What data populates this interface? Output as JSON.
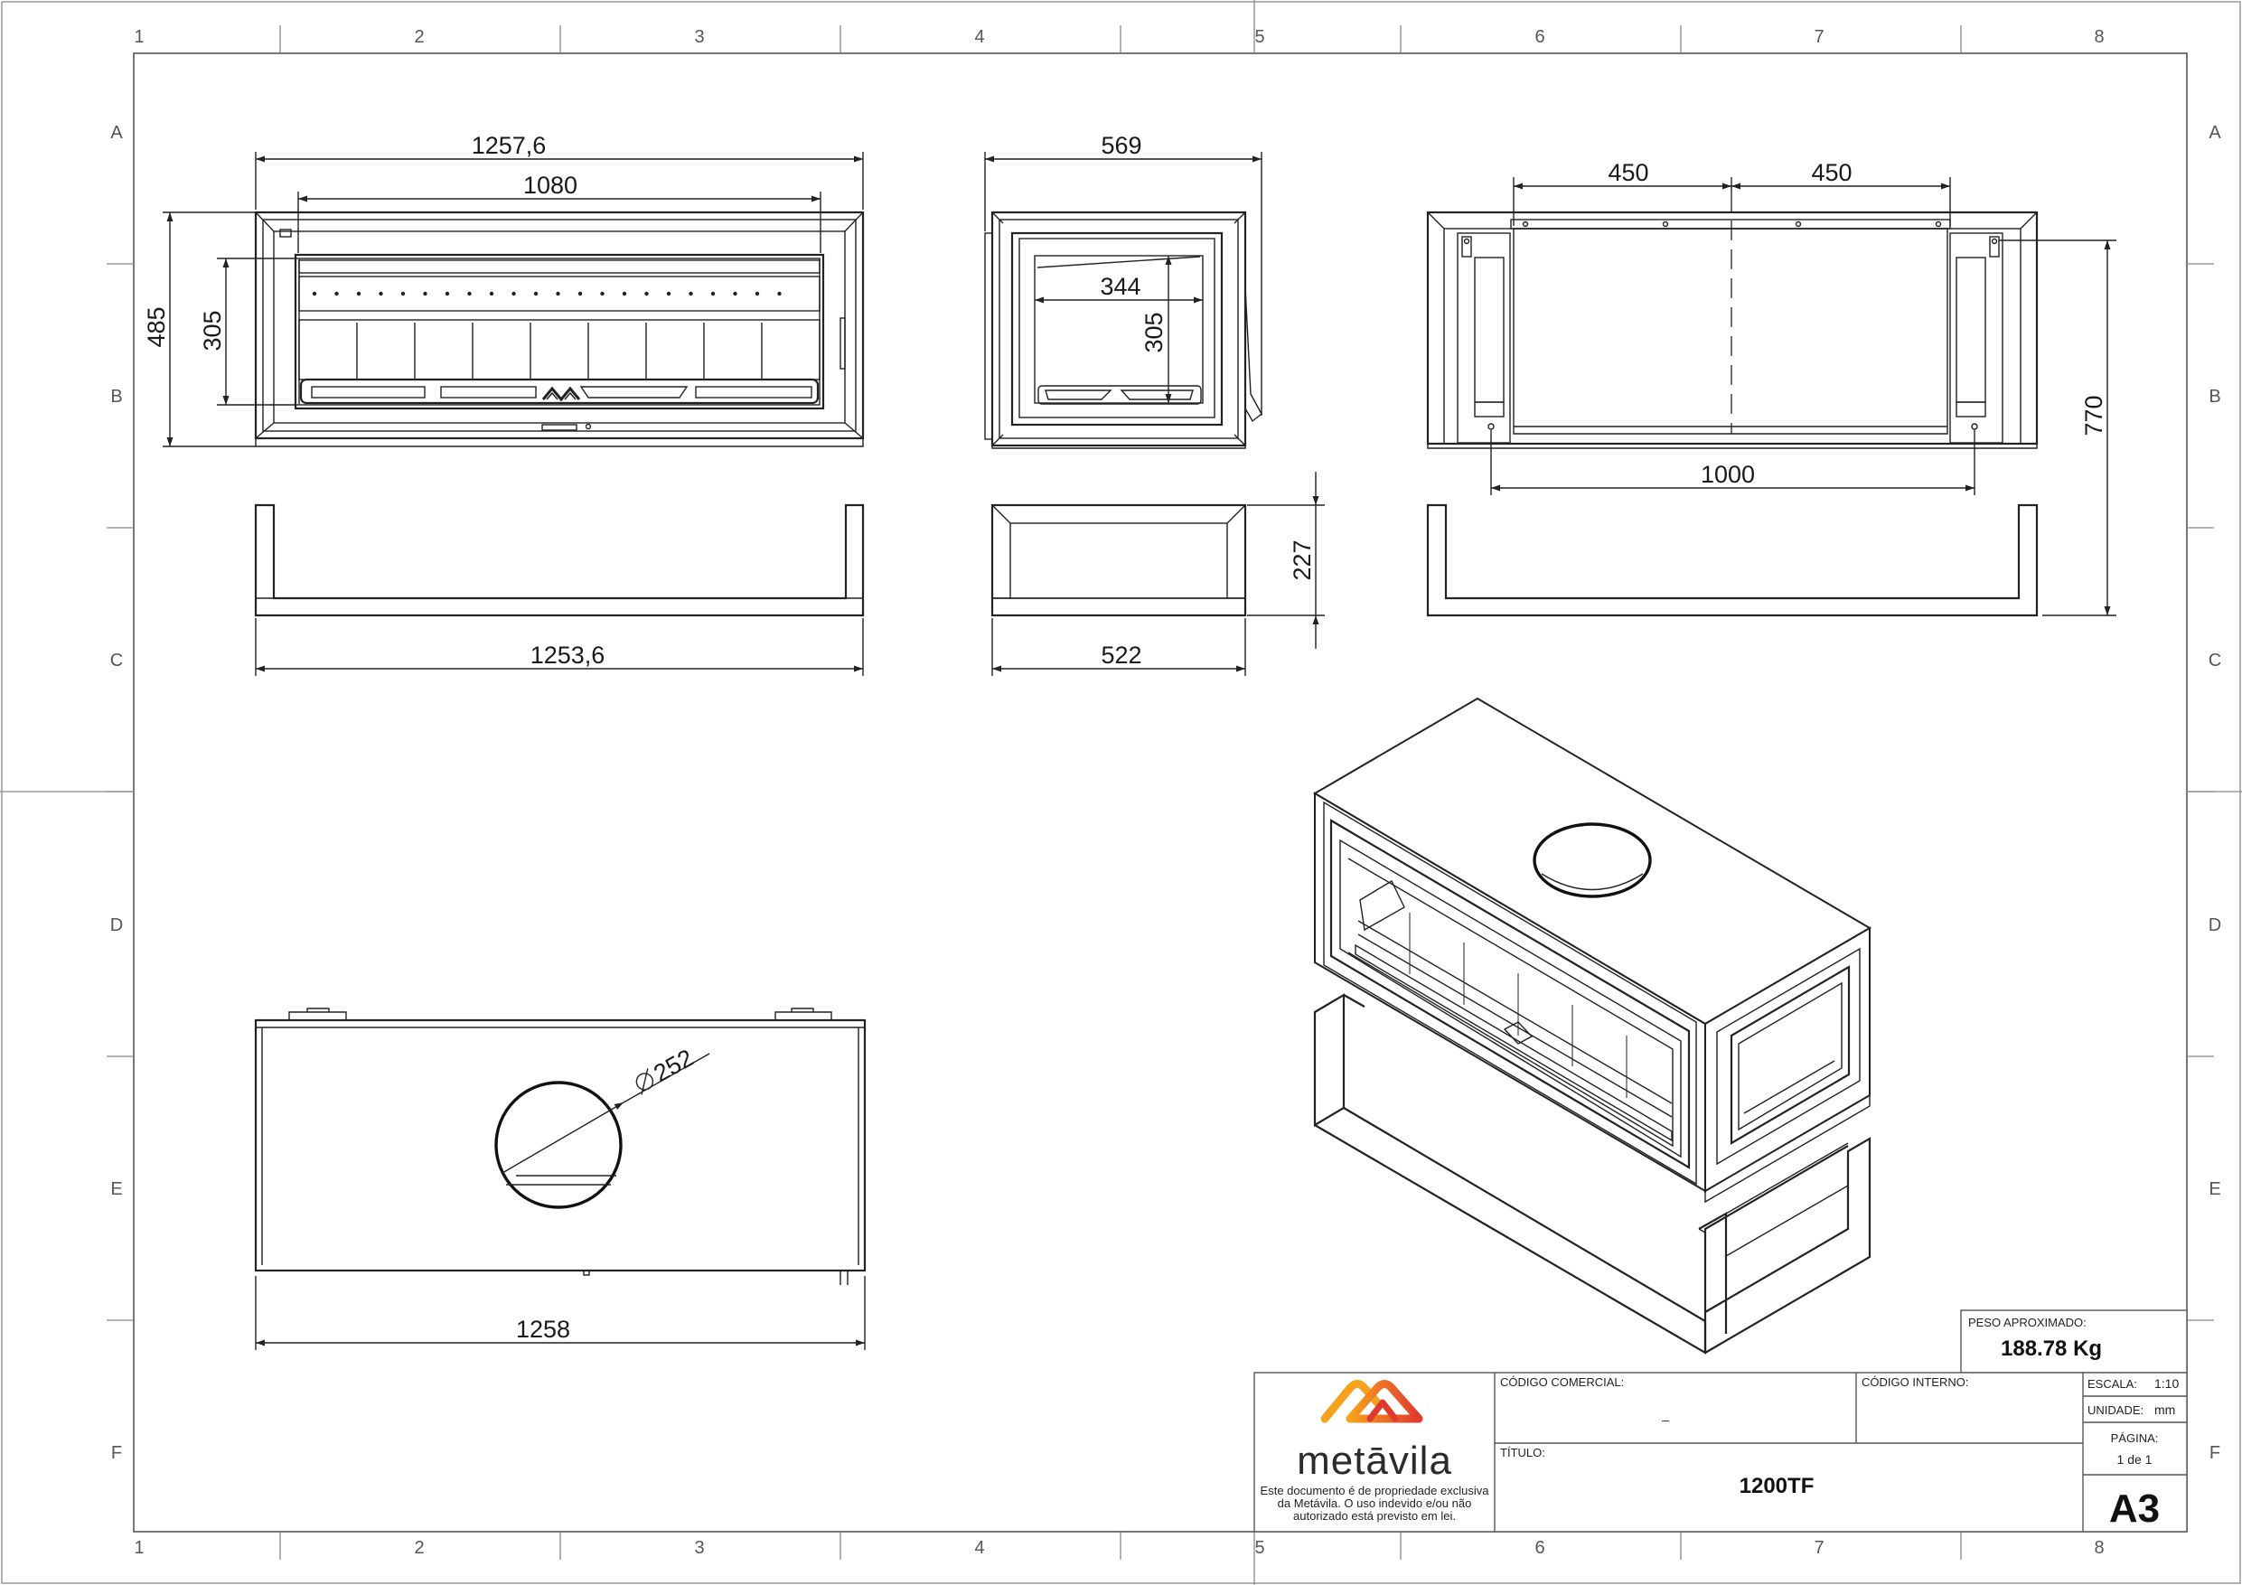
{
  "grid": {
    "columns": [
      "1",
      "2",
      "3",
      "4",
      "5",
      "6",
      "7",
      "8"
    ],
    "rows": [
      "A",
      "B",
      "C",
      "D",
      "E",
      "F"
    ]
  },
  "dimensions": {
    "front_width": "1257,6",
    "front_inner_width": "1080",
    "front_height": "485",
    "front_glass_height": "305",
    "side_width": "569",
    "side_glass_width": "344",
    "side_glass_height": "305",
    "back_left_half": "450",
    "back_right_half": "450",
    "back_bottom_width": "1000",
    "back_total_height": "770",
    "base_front_width": "1253,6",
    "base_side_width": "522",
    "base_height": "227",
    "top_width": "1258",
    "flue_diameter": "252"
  },
  "title_block": {
    "logo_text": "metāvila",
    "notice_lines": [
      "Este documento é de propriedade exclusiva",
      "da Metávila. O uso indevido e/ou não",
      "autorizado está previsto em lei."
    ],
    "peso_label": "PESO APROXIMADO:",
    "peso_value": "188.78 Kg",
    "codigo_comercial_label": "CÓDIGO COMERCIAL:",
    "codigo_comercial_value": "_",
    "codigo_interno_label": "CÓDIGO INTERNO:",
    "titulo_label": "TÍTULO:",
    "titulo_value": "1200TF",
    "escala_label": "ESCALA:",
    "escala_value": "1:10",
    "unidade_label": "UNIDADE:",
    "unidade_value": "mm",
    "pagina_label": "PÁGINA:",
    "pagina_value": "1 de 1",
    "sheet_size": "A3"
  },
  "colors": {
    "line": "#222222",
    "logo_orange": "#f28c28",
    "logo_red": "#e03a2f"
  }
}
